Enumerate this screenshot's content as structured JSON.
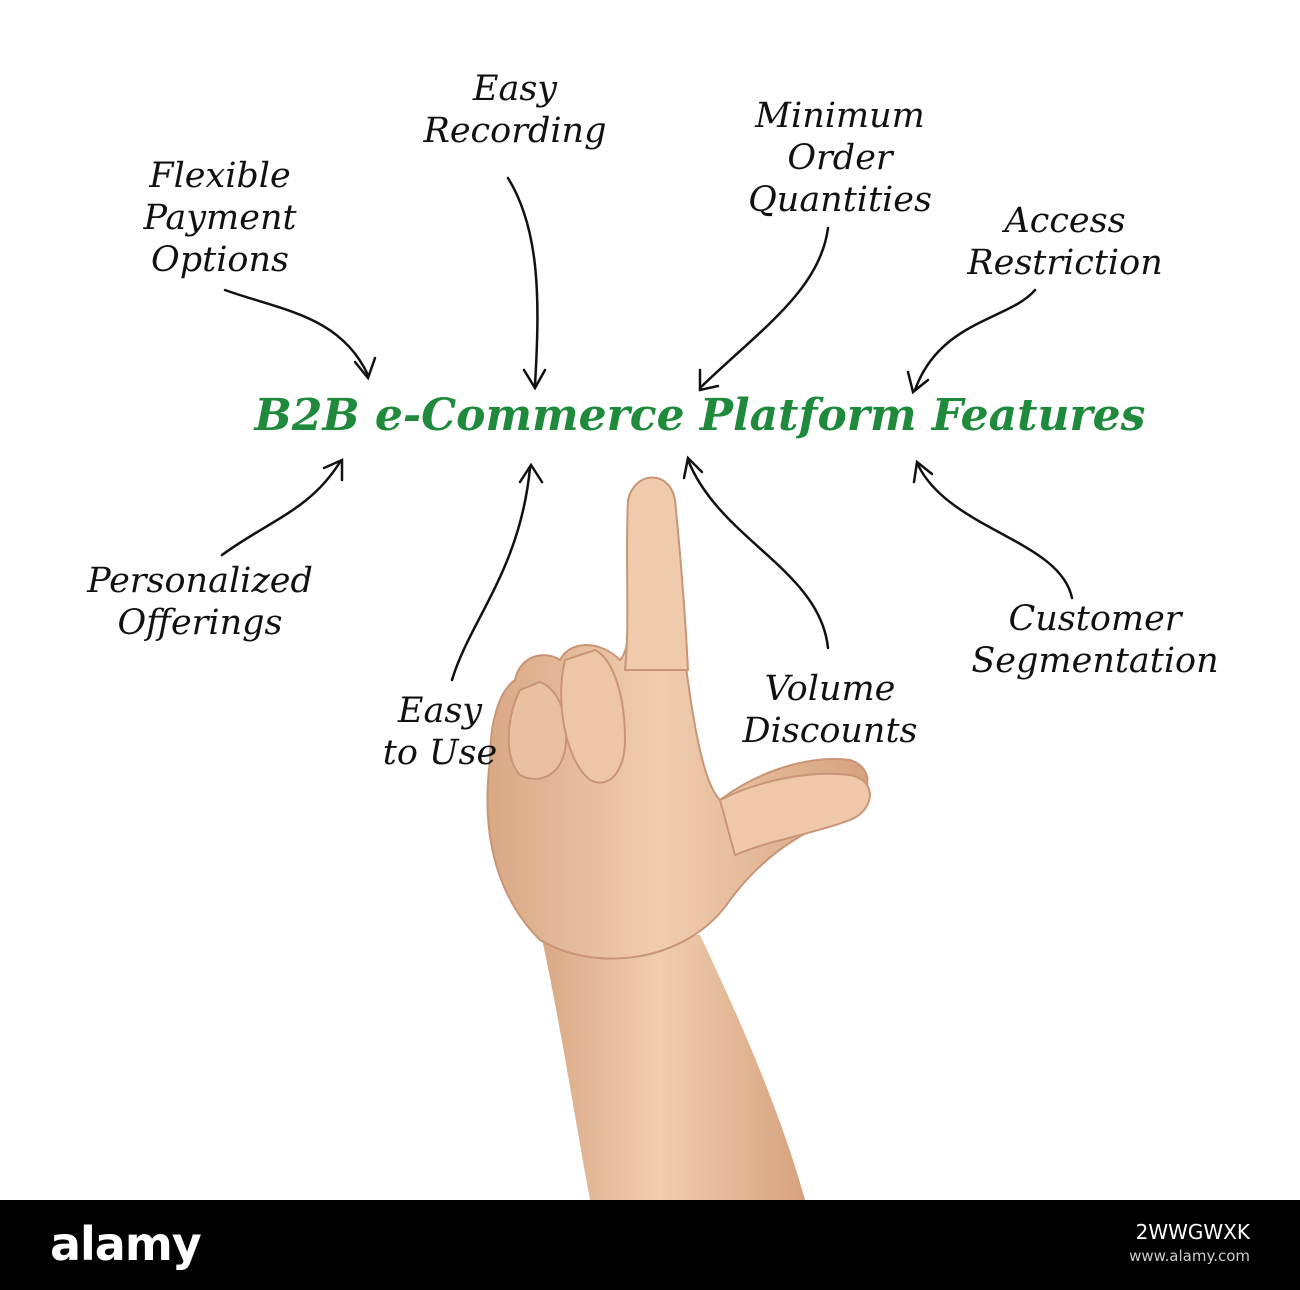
{
  "diagram": {
    "title": "B2B e-Commerce Platform Features",
    "title_color": "#1f8a3b",
    "arrow_color": "#111111",
    "features": [
      {
        "lines": [
          "Flexible",
          "Payment",
          "Options"
        ]
      },
      {
        "lines": [
          "Easy",
          "Recording"
        ]
      },
      {
        "lines": [
          "Minimum",
          "Order",
          "Quantities"
        ]
      },
      {
        "lines": [
          "Access",
          "Restriction"
        ]
      },
      {
        "lines": [
          "Personalized",
          "Offerings"
        ]
      },
      {
        "lines": [
          "Easy",
          "to Use"
        ]
      },
      {
        "lines": [
          "Volume",
          "Discounts"
        ]
      },
      {
        "lines": [
          "Customer",
          "Segmentation"
        ]
      }
    ]
  },
  "photo": {
    "subject": "hand-pointing-up",
    "skin_color": "#e9c3a2"
  },
  "footer": {
    "logo": "alamy",
    "image_id": "2WWGWXK",
    "url": "www.alamy.com",
    "background": "#000000"
  }
}
